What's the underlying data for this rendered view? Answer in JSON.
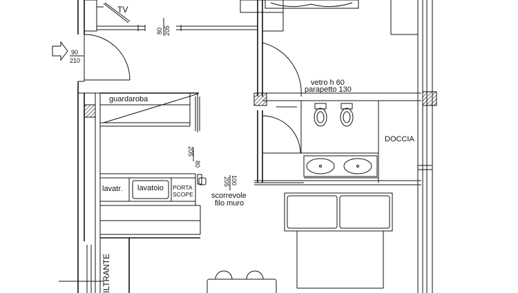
{
  "labels": {
    "tv": "TV",
    "door_entry_top": "90",
    "door_entry_bottom": "210",
    "door_top_top": "80",
    "door_top_bottom": "205",
    "wardrobe": "guardaroba",
    "door_mid_top": "80",
    "door_mid_bottom": "205",
    "laundry": "lavatr.",
    "sink_tub": "lavatoio",
    "broom_line1": "PORTA",
    "broom_line2": "SCOPE",
    "door_slide_top": "100",
    "door_slide_bottom": "205",
    "sliding_line1": "scorrevole",
    "sliding_line2": "filo muro",
    "glass_line1": "vetro h 60",
    "glass_line2": "parapetto 130",
    "shower": "DOCCIA",
    "vertical_partial": "ILTRANTE"
  },
  "colors": {
    "line": "#111111",
    "background": "#ffffff"
  }
}
